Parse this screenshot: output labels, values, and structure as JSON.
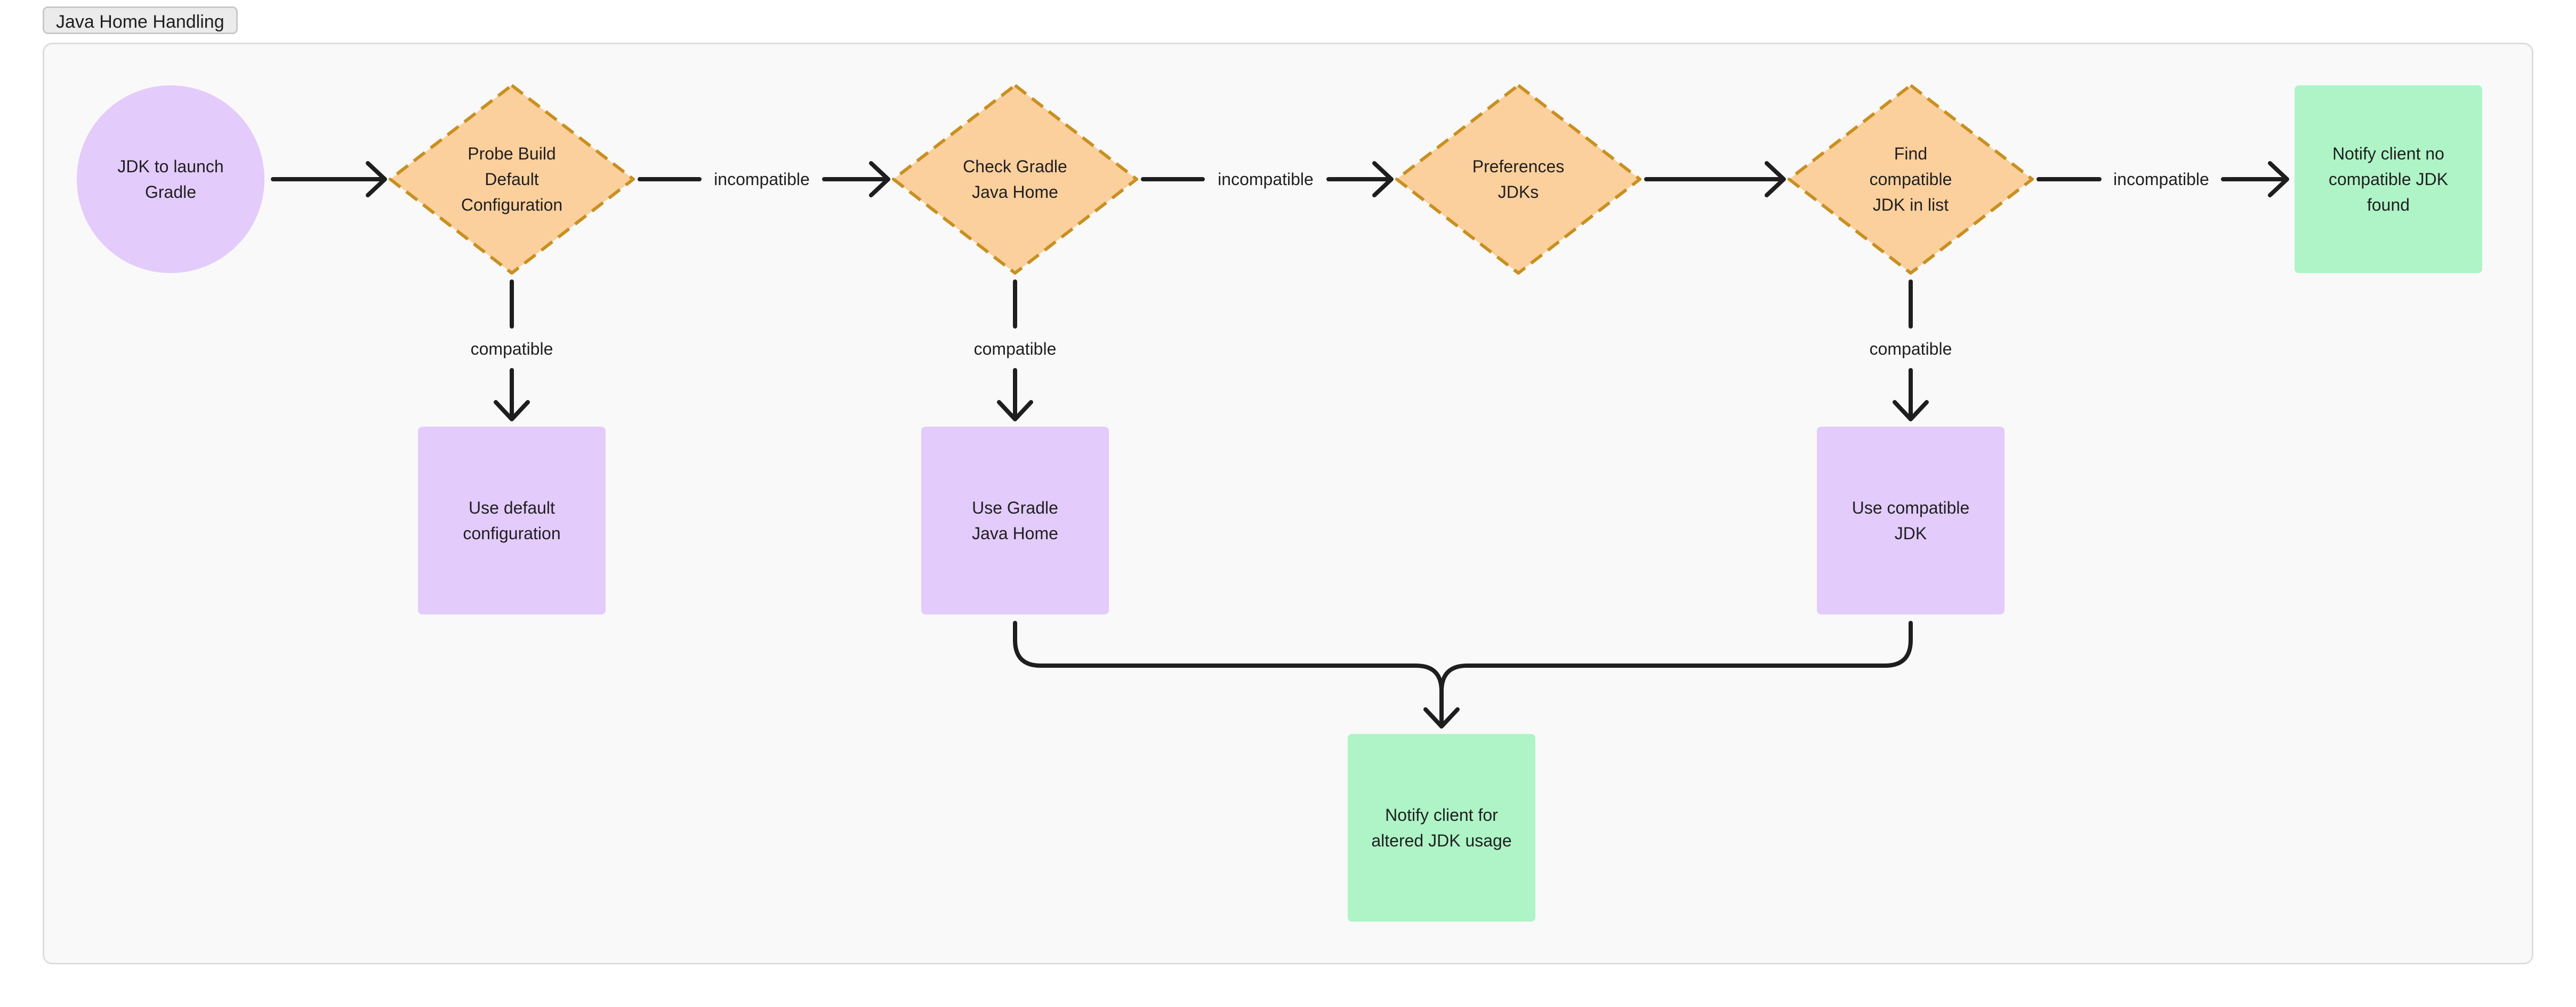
{
  "frame": {
    "title": "Java Home Handling"
  },
  "colors": {
    "start": "#e3ccfc",
    "decision_fill": "#fbd09c",
    "decision_stroke": "#c9901f",
    "action": "#e3ccfc",
    "terminal": "#aff4c6",
    "edge": "#1e1e1e"
  },
  "nodes": {
    "start": "JDK to launch\nGradle",
    "probe": "Probe Build\nDefault\nConfiguration",
    "check_gradle": "Check Gradle\nJava Home",
    "preferences": "Preferences\nJDKs",
    "find_compatible": "Find\ncompatible\nJDK in list",
    "notify_none": "Notify client no\ncompatible JDK\nfound",
    "use_default": "Use default\nconfiguration",
    "use_gradle": "Use Gradle\nJava Home",
    "use_compatible": "Use compatible\nJDK",
    "notify_altered": "Notify client for\naltered JDK usage"
  },
  "edges": {
    "probe_to_check": "incompatible",
    "check_to_preferences": "incompatible",
    "find_to_notify_none": "incompatible",
    "probe_to_default": "compatible",
    "check_to_use_gradle": "compatible",
    "find_to_use_compatible": "compatible"
  }
}
